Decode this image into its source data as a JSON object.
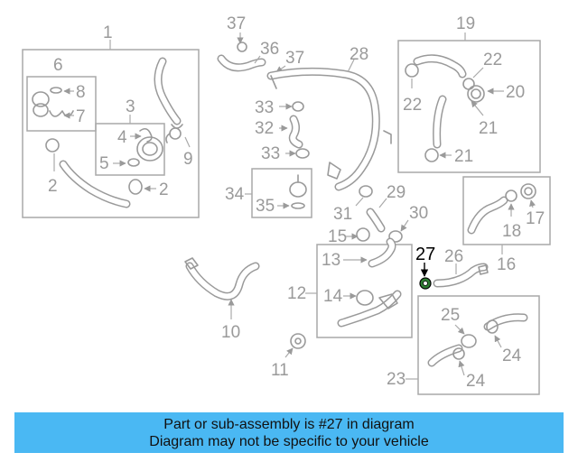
{
  "banner": {
    "line1": "Part or sub-assembly is #27 in diagram",
    "line2": "Diagram may not be specific to your vehicle",
    "background_color": "#4ab8f3"
  },
  "highlight": {
    "part_number": "27",
    "color": "#2e7d32"
  },
  "callouts": {
    "c1": "1",
    "c2a": "2",
    "c2b": "2",
    "c3": "3",
    "c4": "4",
    "c5": "5",
    "c6": "6",
    "c7": "7",
    "c8": "8",
    "c9": "9",
    "c10": "10",
    "c11": "11",
    "c12": "12",
    "c13": "13",
    "c14": "14",
    "c15": "15",
    "c16": "16",
    "c17": "17",
    "c18": "18",
    "c19": "19",
    "c20": "20",
    "c21a": "21",
    "c21b": "21",
    "c22a": "22",
    "c22b": "22",
    "c23": "23",
    "c24a": "24",
    "c24b": "24",
    "c25": "25",
    "c26": "26",
    "c27": "27",
    "c28": "28",
    "c29": "29",
    "c30": "30",
    "c31": "31",
    "c32": "32",
    "c33a": "33",
    "c33b": "33",
    "c34": "34",
    "c35": "35",
    "c36": "36",
    "c37a": "37",
    "c37b": "37"
  }
}
